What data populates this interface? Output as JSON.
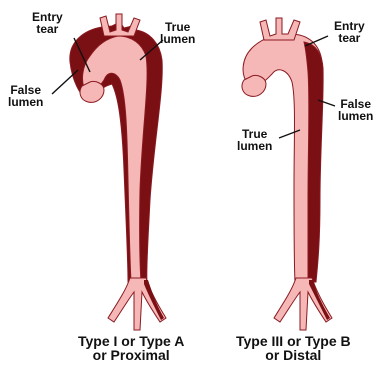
{
  "colors": {
    "true_lumen": "#f6b7b7",
    "false_lumen": "#7a0f14",
    "outline": "#8a1a20",
    "pointer": "#111111"
  },
  "left": {
    "labels": {
      "entry_tear": [
        "Entry",
        "tear"
      ],
      "true_lumen": [
        "True",
        "lumen"
      ],
      "false_lumen": [
        "False",
        "lumen"
      ]
    },
    "caption": [
      "Type I or Type A",
      "or Proximal"
    ]
  },
  "right": {
    "labels": {
      "entry_tear": [
        "Entry",
        "tear"
      ],
      "true_lumen": [
        "True",
        "lumen"
      ],
      "false_lumen": [
        "False",
        "lumen"
      ]
    },
    "caption": [
      "Type III or Type B",
      "or Distal"
    ]
  }
}
